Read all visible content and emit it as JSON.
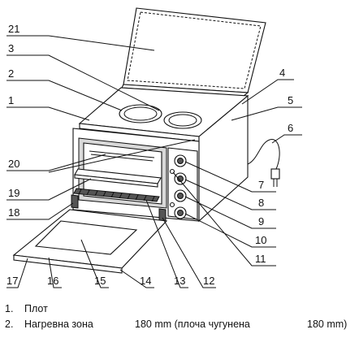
{
  "callouts": [
    {
      "n": "1"
    },
    {
      "n": "2"
    },
    {
      "n": "3"
    },
    {
      "n": "4"
    },
    {
      "n": "5"
    },
    {
      "n": "6"
    },
    {
      "n": "7"
    },
    {
      "n": "8"
    },
    {
      "n": "9"
    },
    {
      "n": "10"
    },
    {
      "n": "11"
    },
    {
      "n": "12"
    },
    {
      "n": "13"
    },
    {
      "n": "14"
    },
    {
      "n": "15"
    },
    {
      "n": "16"
    },
    {
      "n": "17"
    },
    {
      "n": "18"
    },
    {
      "n": "19"
    },
    {
      "n": "20"
    },
    {
      "n": "21"
    }
  ],
  "legend": [
    {
      "num": "1.",
      "label": "Плот",
      "spec": ""
    },
    {
      "num": "2.",
      "label": "Нагревна зона",
      "spec": "180 mm (плоча чугунена",
      "spec2": "180 mm)"
    }
  ]
}
